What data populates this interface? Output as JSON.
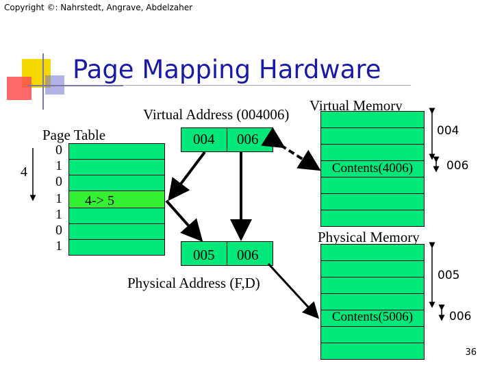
{
  "copyright": "Copyright ©: Nahrstedt, Angrave, Abdelzaher",
  "title": "Page Mapping Hardware",
  "virtual_address": {
    "label": "Virtual Address (004006)",
    "page": "004",
    "offset": "006"
  },
  "physical_address": {
    "label": "Physical Address (F,D)",
    "frame": "005",
    "offset": "006"
  },
  "page_table": {
    "label": "Page Table",
    "bits": [
      "0",
      "1",
      "0",
      "1",
      "1",
      "0",
      "1"
    ],
    "index_label": "4",
    "mapping": "4-> 5"
  },
  "virtual_memory": {
    "label": "Virtual Memory",
    "page_label": "004",
    "offset_label": "006",
    "contents": "Contents(4006)"
  },
  "physical_memory": {
    "label": "Physical Memory",
    "frame_label": "005",
    "offset_label": "006",
    "contents": "Contents(5006)"
  },
  "slide_number": "36",
  "colors": {
    "title": "#1a1aa6",
    "cell": "#00e87a",
    "highlight": "#33f033",
    "logo_yellow": "#f5d800",
    "logo_red": "#ff4d4d",
    "logo_blue": "#6f74d6"
  }
}
